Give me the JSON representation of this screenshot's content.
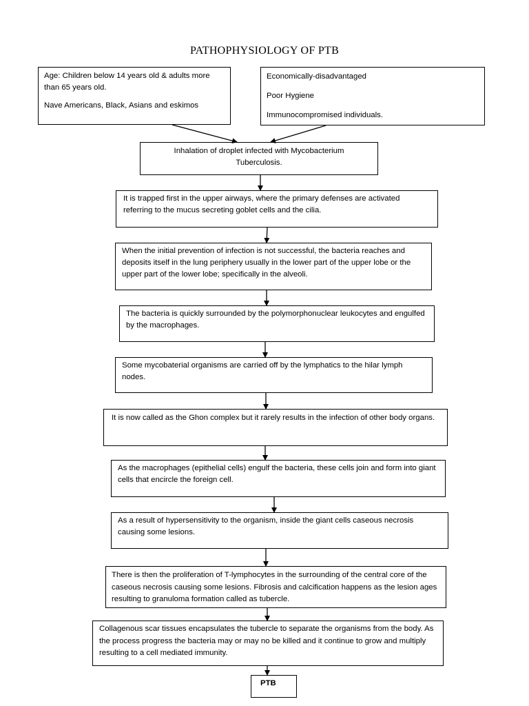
{
  "title": "PATHOPHYSIOLOGY OF PTB",
  "boxes": {
    "risk_left": {
      "line1": "Age: Children below 14 years old & adults more than 65 years old.",
      "line2": "Nave Americans, Black, Asians and eskimos"
    },
    "risk_right": {
      "line1": "Economically-disadvantaged",
      "line2": "Poor Hygiene",
      "line3": "Immunocompromised individuals."
    },
    "inhalation": "Inhalation of droplet infected with Mycobacterium Tuberculosis.",
    "trapped": "It is trapped first in the upper airways, where the primary defenses are activated referring to the mucus secreting goblet cells and the cilia.",
    "deposit": "When the initial prevention of infection is not successful,  the bacteria reaches and deposits itself in the lung periphery usually in the lower part  of the upper lobe or the upper part of the lower lobe; specifically in the alveoli.",
    "surrounded": "The bacteria is quickly surrounded by the polymorphonuclear leukocytes and engulfed by the macrophages.",
    "lymphatics": "Some mycobaterial organisms are carried off by the lymphatics to the hilar lymph nodes.",
    "ghon": "It is now called as the Ghon complex but it rarely results in the infection of other body organs.",
    "giant_cells": "As the macrophages (epithelial cells) engulf the bacteria, these cells join and form into giant cells that encircle the foreign cell.",
    "caseous": "As a result of hypersensitivity to the organism, inside the giant cells caseous necrosis causing some lesions.",
    "proliferation": "There is then the proliferation of T-lymphocytes in the surrounding of the central core of the caseous necrosis causing some lesions. Fibrosis and calcification happens as the lesion ages resulting to granuloma formation called as tubercle.",
    "collagenous": "Collagenous scar tissues encapsulates the tubercle to separate the organisms from the body. As the process progress the bacteria may or may no be killed and it continue to grow and multiply resulting to a cell mediated immunity.",
    "ptb": "PTB"
  }
}
